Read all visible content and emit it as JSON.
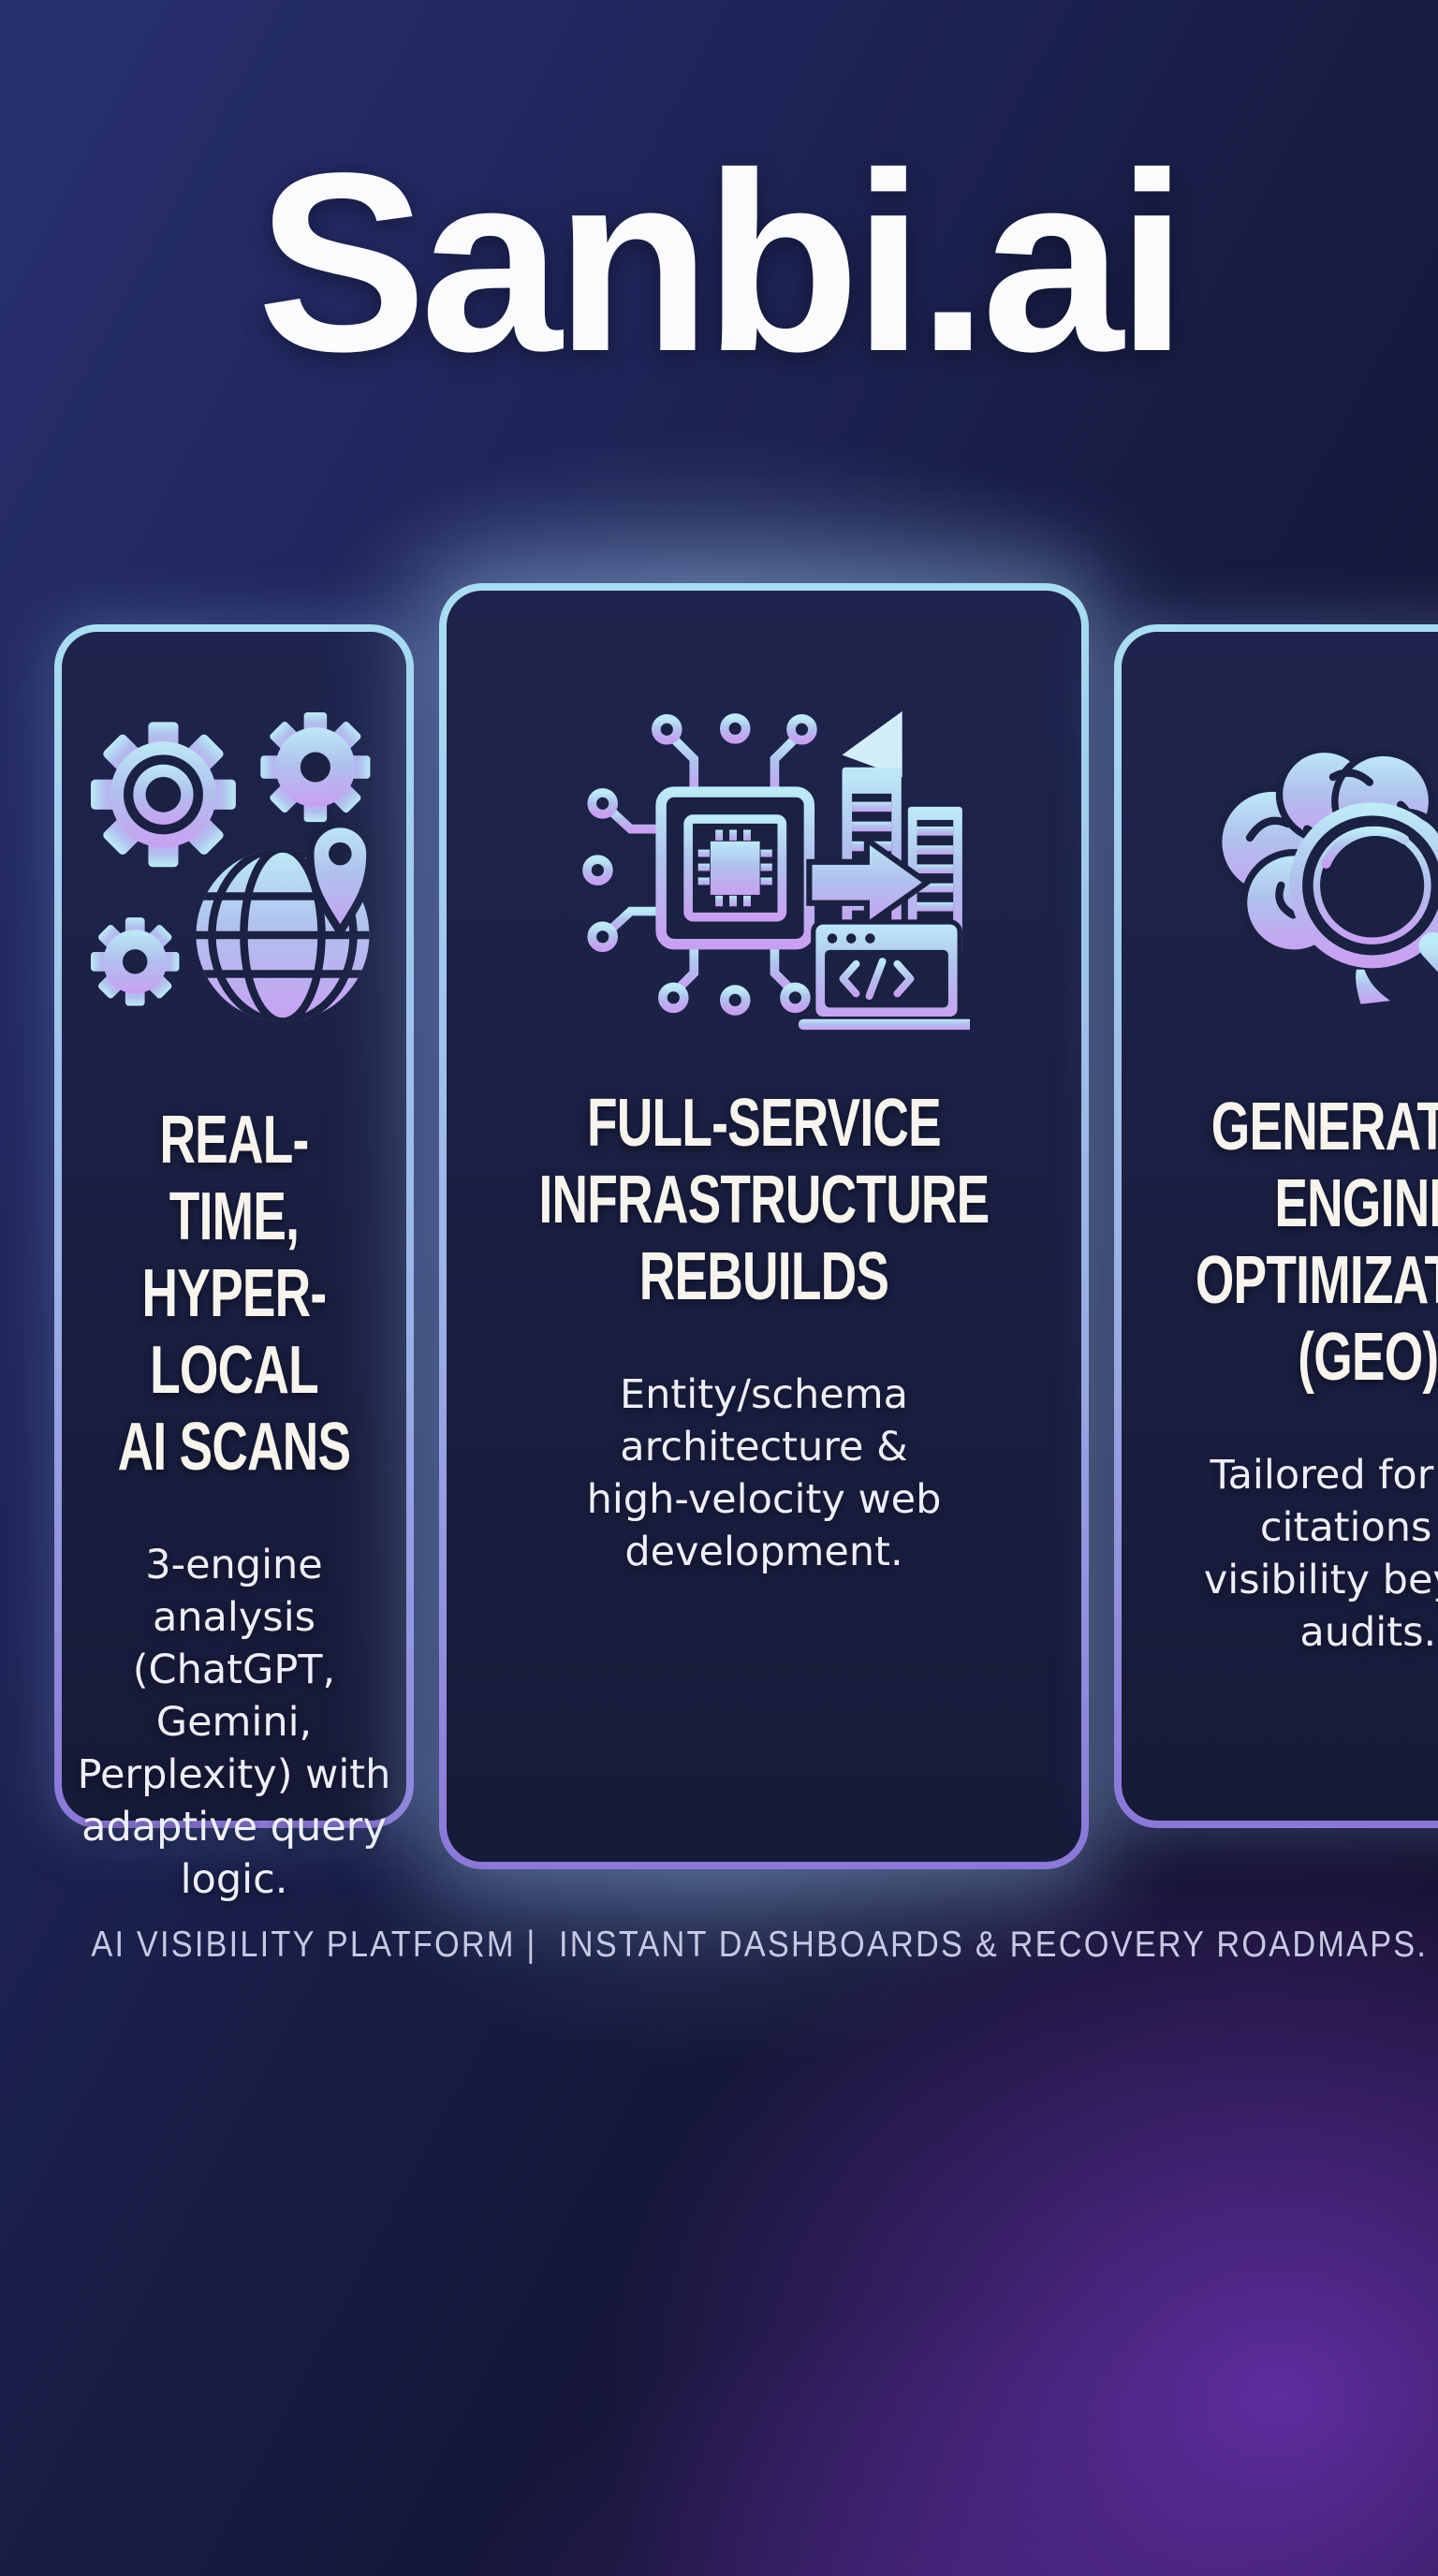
{
  "header": {
    "title": "Sanbi.ai"
  },
  "cards": [
    {
      "icon": "gears-globe-pin-icon",
      "heading": "REAL-TIME,\nHYPER-LOCAL\nAI SCANS",
      "body": "3-engine analysis\n(ChatGPT,\nGemini,\nPerplexity) with\nadaptive query\nlogic."
    },
    {
      "icon": "chip-circuit-buildings-code-icon",
      "heading": "FULL-SERVICE\nINFRASTRUCTURE\nREBUILDS",
      "body": "Entity/schema\narchitecture &\nhigh-velocity web\ndevelopment."
    },
    {
      "icon": "brain-magnifier-document-icon",
      "heading": "GENERATIVE\nENGINE\nOPTIMIZATION\n(GEO)",
      "body": "Tailored for LLM\ncitations &\nvisibility beyond\naudits."
    }
  ],
  "footer": {
    "tagline": "AI VISIBILITY PLATFORM |  INSTANT DASHBOARDS & RECOVERY ROADMAPS."
  },
  "colors": {
    "background_top_left": "#283070",
    "background_bottom_right": "#5c2d9e",
    "card_background": "#1b2142",
    "card_border_top": "#a8def2",
    "card_border_bottom": "#8b77d8",
    "icon_gradient_top": "#bdeaf7",
    "icon_gradient_bottom": "#c8a0f2",
    "title_text": "#fbfbfd",
    "heading_text": "#f7f4ee",
    "body_text": "#edeff8",
    "tagline_text": "#c7c9e4"
  }
}
